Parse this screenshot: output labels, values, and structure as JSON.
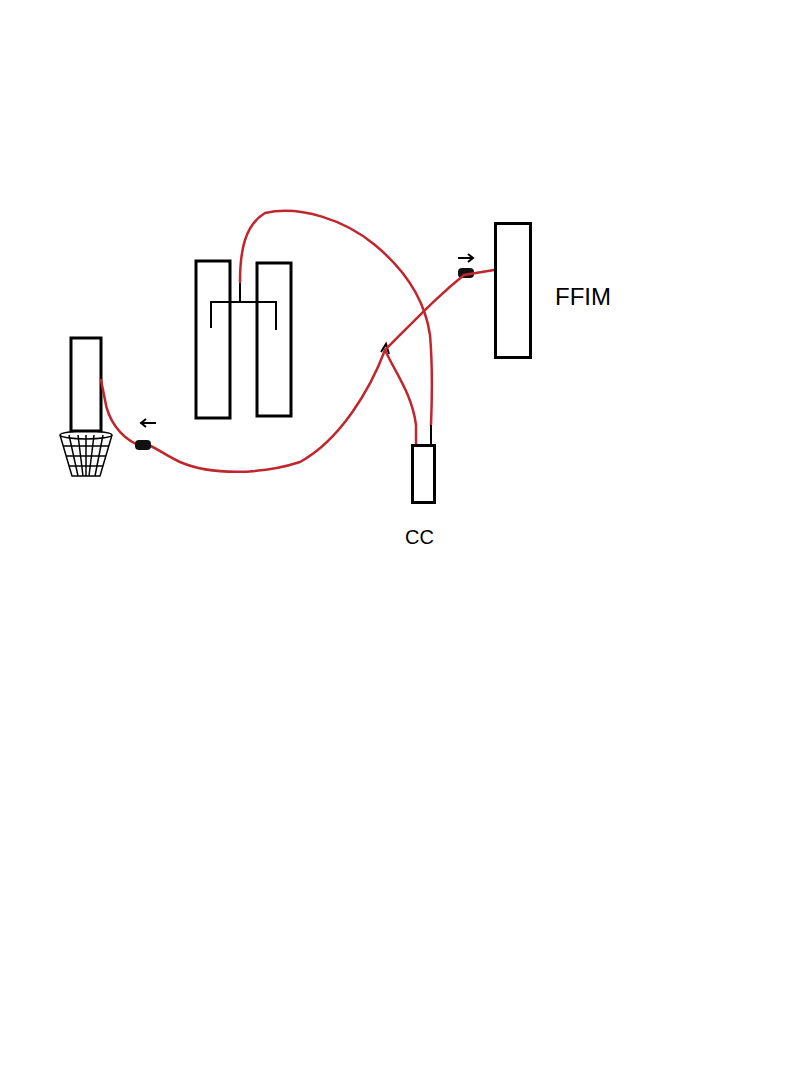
{
  "diagram": {
    "nodes": [
      {
        "text": [
          "FFIM"
        ]
      },
      {
        "text": [
          "CC"
        ]
      }
    ],
    "edges": [
      {
        "from": 1,
        "to": 0,
        "arrow": "none"
      }
    ]
  }
}
